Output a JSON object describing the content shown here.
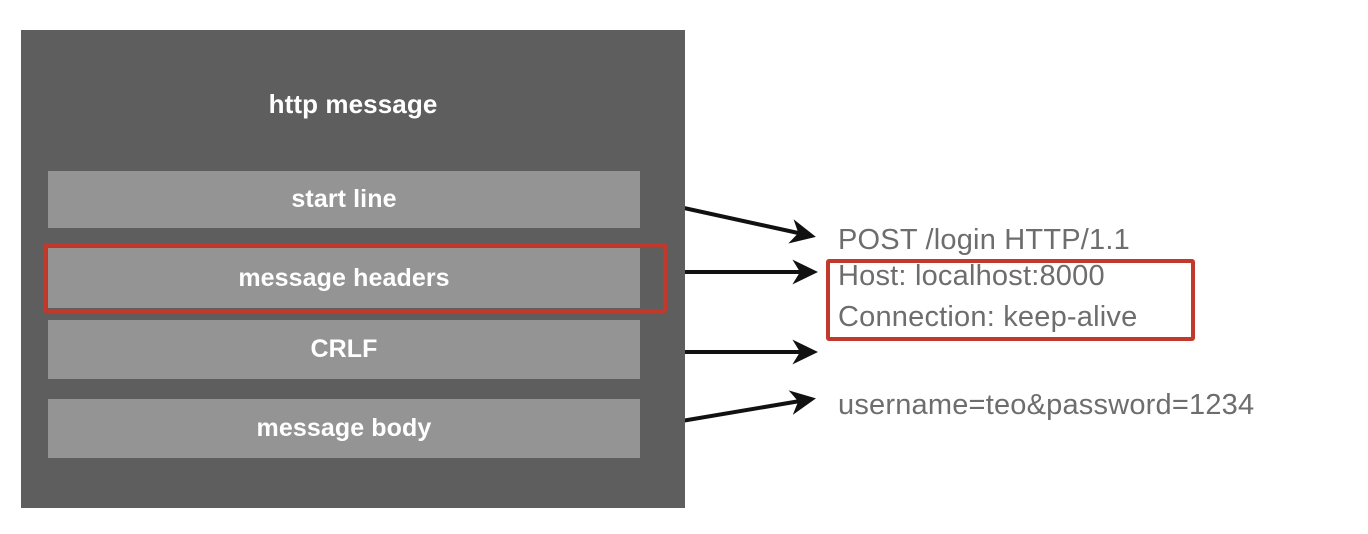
{
  "diagram": {
    "title": "http message",
    "accent_color": "#c0392b",
    "container_color": "#5e5e5e",
    "part_color": "#949494",
    "text_color": "#6d6d6d",
    "parts": [
      {
        "id": "start-line",
        "label": "start line",
        "highlighted": false
      },
      {
        "id": "message-headers",
        "label": "message headers",
        "highlighted": true
      },
      {
        "id": "crlf",
        "label": "CRLF",
        "highlighted": false
      },
      {
        "id": "message-body",
        "label": "message body",
        "highlighted": false
      }
    ]
  },
  "raw_message": {
    "start_line": "POST /login HTTP/1.1",
    "headers": [
      "Host: localhost:8000",
      "Connection: keep-alive"
    ],
    "crlf": "",
    "body": "username=teo&password=1234"
  },
  "annotations": {
    "arrow_count": 4,
    "arrow_color": "#111111"
  }
}
